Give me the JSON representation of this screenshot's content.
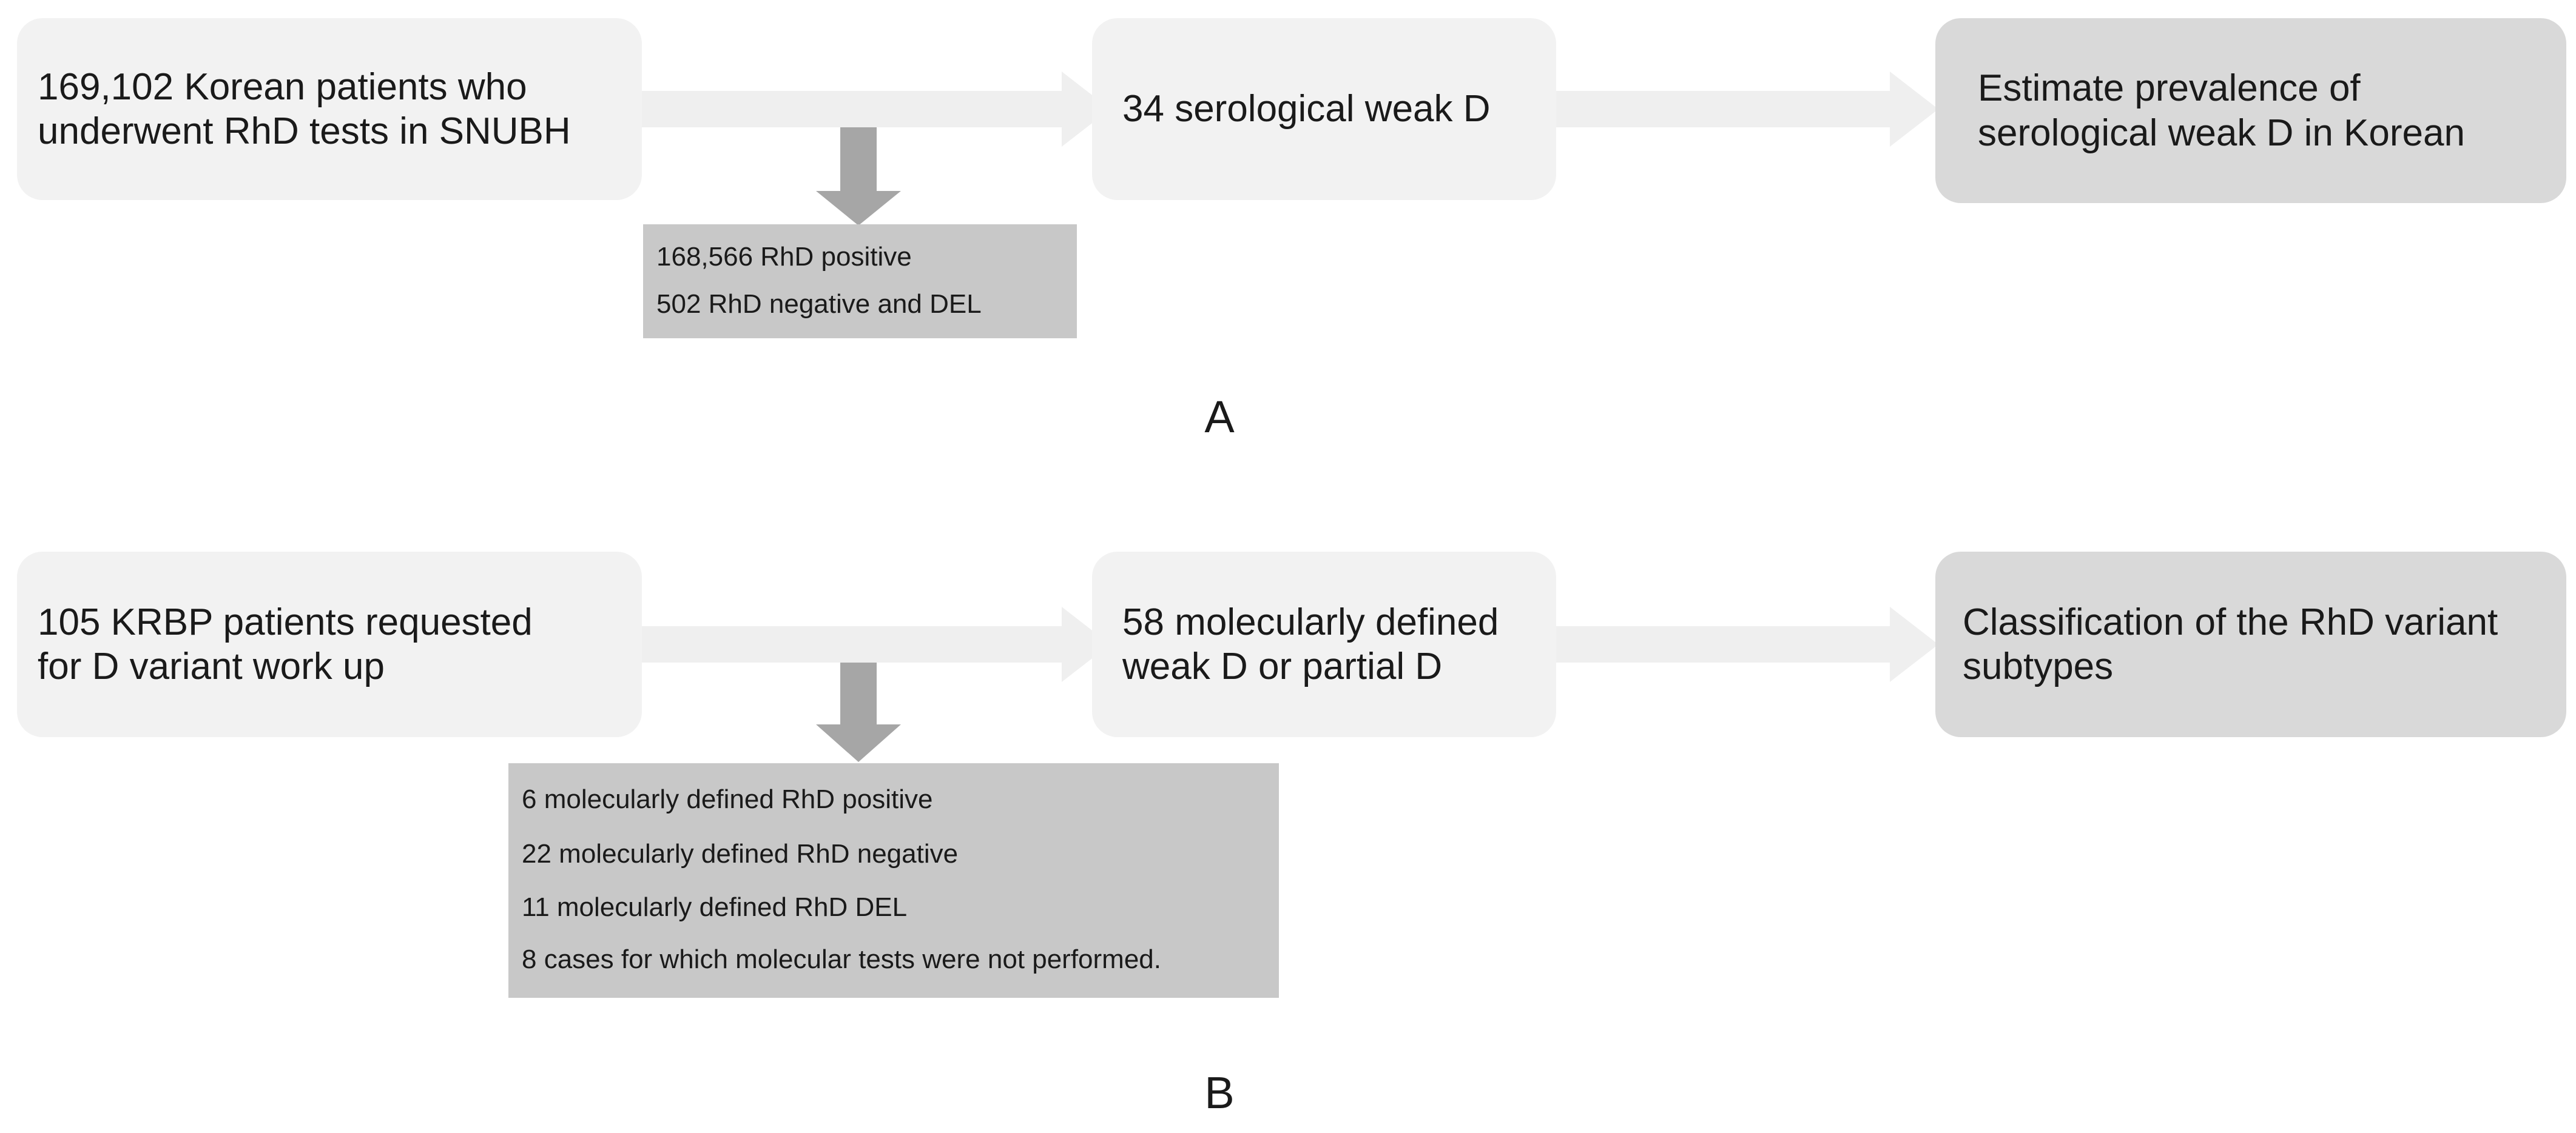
{
  "panel_a": {
    "label": "A",
    "source": [
      "169,102 Korean patients who",
      "underwent RhD tests in SNUBH"
    ],
    "middle": [
      "34 serological weak D"
    ],
    "outcome": [
      "Estimate prevalence of",
      "serological weak D in Korean"
    ],
    "excluded": [
      "168,566 RhD positive",
      "502 RhD negative and DEL"
    ]
  },
  "panel_b": {
    "label": "B",
    "source": [
      "105 KRBP patients requested",
      "for D variant work up"
    ],
    "middle": [
      "58 molecularly defined",
      "weak D or partial D"
    ],
    "outcome": [
      "Classification of the RhD variant",
      "subtypes"
    ],
    "excluded": [
      "6 molecularly defined RhD positive",
      "22 molecularly defined RhD negative",
      "11 molecularly defined RhD DEL",
      "8 cases for which molecular tests were not performed."
    ]
  },
  "colors": {
    "box_light": "#f2f2f2",
    "box_dark": "#d9d9d9",
    "list_box": "#c8c8c8",
    "arrow": "#efefef",
    "down_arrow": "#a6a6a6",
    "text": "#1a1a1a"
  }
}
